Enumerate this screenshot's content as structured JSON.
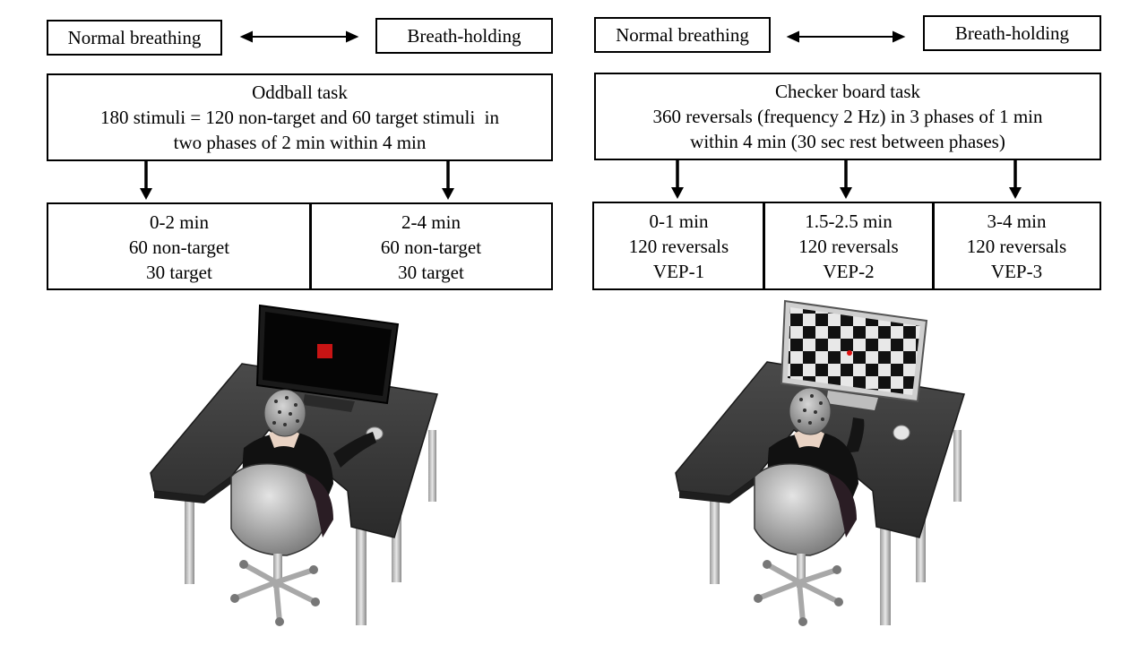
{
  "left": {
    "normal_label": "Normal breathing",
    "holding_label": "Breath-holding",
    "task": {
      "title": "Oddball task",
      "line1": "180 stimuli = 120 non-target and 60 target stimuli  in",
      "line2": "two phases of 2 min within 4 min"
    },
    "phases": [
      {
        "time": "0-2 min",
        "line2": "60 non-target",
        "line3": "30 target"
      },
      {
        "time": "2-4 min",
        "line2": "60 non-target",
        "line3": "30 target"
      }
    ],
    "screen_stimulus_color": "#c81414"
  },
  "right": {
    "normal_label": "Normal breathing",
    "holding_label": "Breath-holding",
    "task": {
      "title": "Checker board task",
      "line1": "360 reversals (frequency 2 Hz) in 3 phases of 1 min",
      "line2": "within 4 min (30 sec rest between phases)"
    },
    "phases": [
      {
        "time": "0-1 min",
        "line2": "120 reversals",
        "line3": "VEP-1"
      },
      {
        "time": "1.5-2.5 min",
        "line2": "120 reversals",
        "line3": "VEP-2"
      },
      {
        "time": "3-4 min",
        "line2": "120 reversals",
        "line3": "VEP-3"
      }
    ],
    "fixation_color": "#e01010"
  }
}
